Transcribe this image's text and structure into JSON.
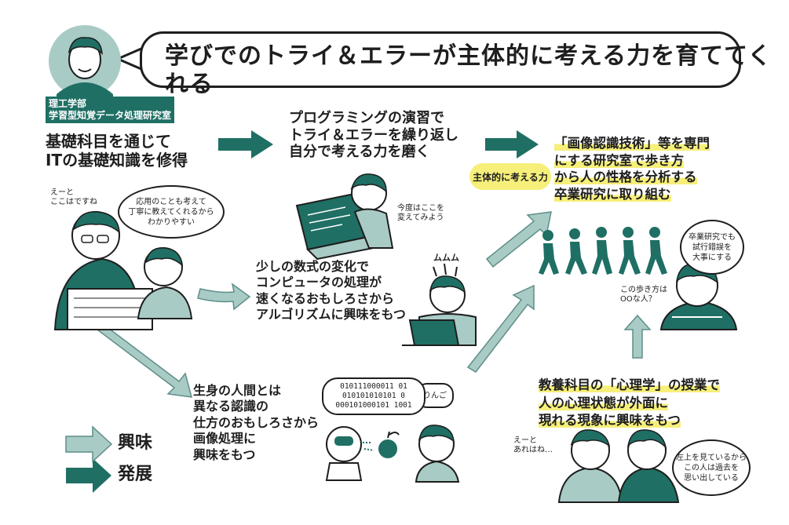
{
  "title": "学びでのトライ＆エラーが主体的に考える力を育ててくれる",
  "speaker_label": "理工学部\n学習型知覚データ処理研究室",
  "steps": {
    "basics": "基礎科目を通じて\nITの基礎知識を修得",
    "programming": "プログラミングの演習で\nトライ＆エラーを繰り返し\n自分で考える力を磨く",
    "research": "「画像認識技術」等を専門\nにする研究室で歩き方\nから人の性格を分析する\n卒業研究に取り組む",
    "algorithm": "少しの数式の変化で\nコンピュータの処理が\n速くなるおもしろさから\nアルゴリズムに興味をもつ",
    "image_processing": "生身の人間とは\n異なる認識の\n仕方のおもしろさから\n画像処理に\n興味をもつ",
    "psychology": "教養科目の「心理学」の授業で\n人の心理状態が外面に\n現れる現象に興味をもつ"
  },
  "badge": "主体的に考える力",
  "speech": {
    "ee_koko": "えーと\nここはですね",
    "teacher_kind": "応用のことも考えて\n丁寧に教えてくれるから\nわかりやすい",
    "kondo": "今度はここを\n変えてみよう",
    "mumumu": "ムムム",
    "trial_error": "卒業研究でも\n試行錯誤を\n大事にする",
    "arukikata": "この歩き方は\nOOな人？",
    "ringo": "りんご",
    "binary": "010111000011 01\n010101010101 0\n000101000101 1001",
    "ee_are": "えーと\nあれはね…",
    "hidariue": "左上を見ているから\nこの人は過去を\n思い出している"
  },
  "legend": {
    "interest": "興味",
    "development": "発展"
  },
  "colors": {
    "teal_dark": "#1f6f64",
    "teal_light": "#a9cbc6",
    "highlight": "#f6ef7a",
    "ink": "#1e1e1e"
  }
}
